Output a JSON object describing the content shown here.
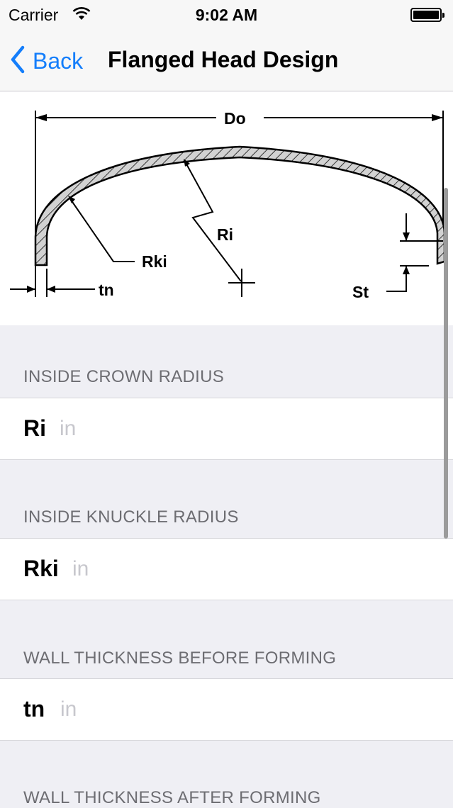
{
  "status": {
    "carrier": "Carrier",
    "time": "9:02 AM"
  },
  "nav": {
    "back_label": "Back",
    "title": "Flanged Head Design"
  },
  "diagram": {
    "labels": {
      "do": "Do",
      "ri": "Ri",
      "rki": "Rki",
      "tn": "tn",
      "st": "St"
    }
  },
  "sections": [
    {
      "header": "INSIDE CROWN RADIUS",
      "label": "Ri",
      "placeholder": "in"
    },
    {
      "header": "INSIDE KNUCKLE RADIUS",
      "label": "Rki",
      "placeholder": "in"
    },
    {
      "header": "WALL THICKNESS BEFORE FORMING",
      "label": "tn",
      "placeholder": "in"
    },
    {
      "header": "WALL THICKNESS AFTER FORMING"
    }
  ]
}
